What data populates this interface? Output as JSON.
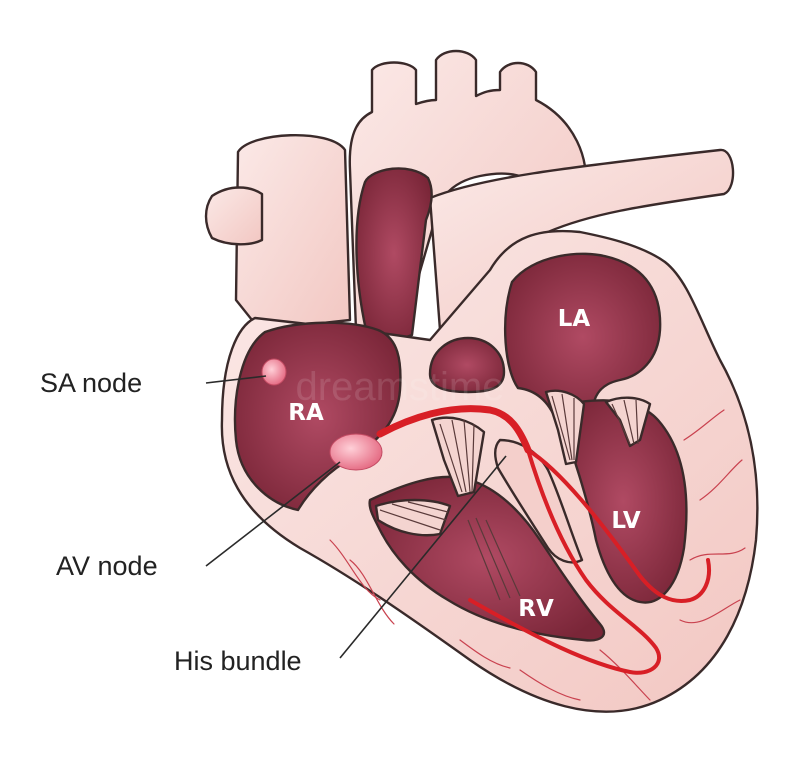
{
  "chambers": {
    "ra": "RA",
    "la": "LA",
    "lv": "LV",
    "rv": "RV"
  },
  "callouts": {
    "sa_node": "SA node",
    "av_node": "AV node",
    "his_bundle": "His bundle"
  },
  "watermark": "dreamstime",
  "colors": {
    "tissue": "#f6d6d3",
    "chamber": "#8e3347",
    "conduction": "#d81f26",
    "node": "#e76a7e"
  }
}
